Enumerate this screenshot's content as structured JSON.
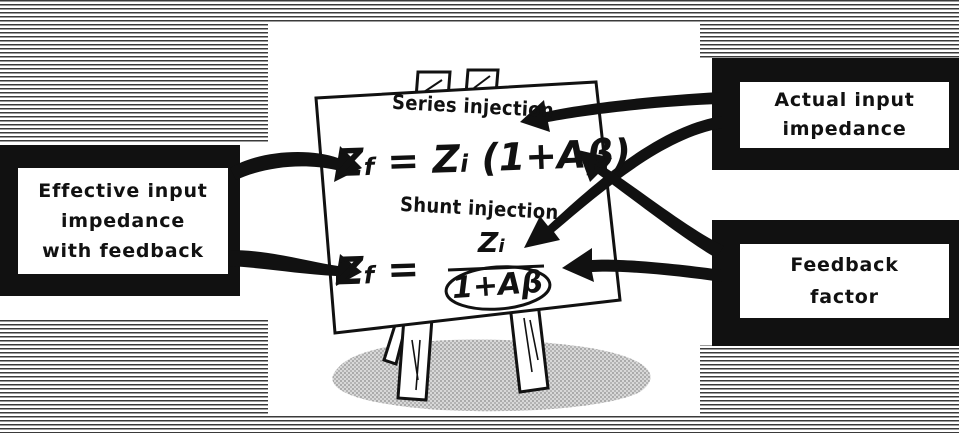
{
  "board": {
    "series_title": "Series injection",
    "shunt_title": "Shunt injection",
    "series_equation": {
      "lhs": "Z",
      "lhs_sub": "f",
      "equals": "=",
      "rhs": "Z",
      "rhs_sub": "i",
      "factor": "(1+Aβ)"
    },
    "shunt_equation": {
      "lhs": "Z",
      "lhs_sub": "f",
      "equals": "=",
      "numerator": "Z",
      "numerator_sub": "i",
      "denominator": "1+Aβ"
    }
  },
  "labels": {
    "effective": [
      "Effective input",
      "impedance",
      "with feedback"
    ],
    "actual": [
      "Actual input",
      "impedance"
    ],
    "feedback": [
      "Feedback",
      "factor"
    ]
  }
}
